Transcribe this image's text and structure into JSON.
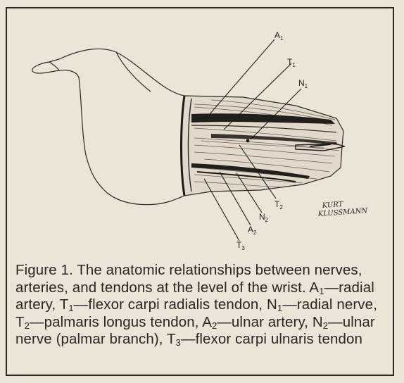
{
  "figure": {
    "labels": {
      "A1": {
        "letter": "A",
        "sub": "1"
      },
      "T1": {
        "letter": "T",
        "sub": "1"
      },
      "N1": {
        "letter": "N",
        "sub": "1"
      },
      "T2": {
        "letter": "T",
        "sub": "2"
      },
      "N2": {
        "letter": "N",
        "sub": "2"
      },
      "A2": {
        "letter": "A",
        "sub": "2"
      },
      "T3": {
        "letter": "T",
        "sub": "3"
      }
    },
    "signature": [
      "KURT",
      "KLUSSMANN"
    ],
    "caption": {
      "prefix": "Figure 1. The anatomic relationships between nerves, arteries, and tendons at the level of the wrist. A",
      "a1_sub": "1",
      "a1_text": "—radial artery, T",
      "t1_sub": "1",
      "t1_text": "—flexor carpi radialis tendon, N",
      "n1_sub": "1",
      "n1_text": "—radial nerve, T",
      "t2_sub": "2",
      "t2_text": "—palmaris longus tendon, A",
      "a2_sub": "2",
      "a2_text": "—ulnar artery, N",
      "n2_sub": "2",
      "n2_text": "—ulnar nerve (palmar branch), T",
      "t3_sub": "3",
      "t3_text": "—flexor carpi ulnaris tendon"
    }
  }
}
